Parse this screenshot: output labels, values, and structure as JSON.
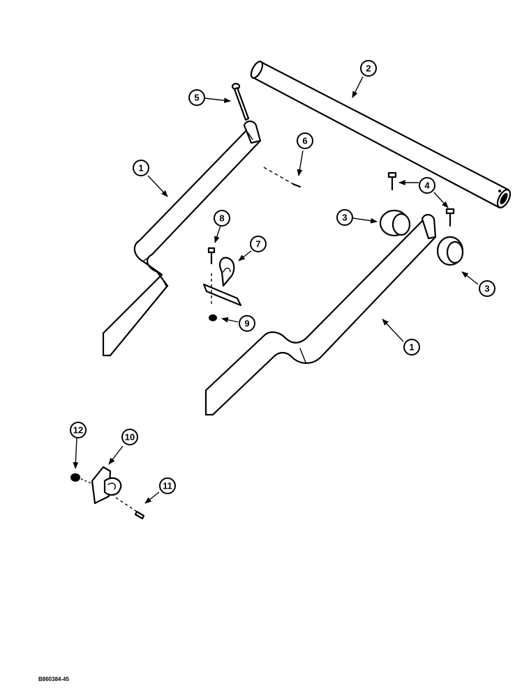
{
  "drawing_number": "B860384-45",
  "callouts": [
    {
      "id": "c1a",
      "label": "1"
    },
    {
      "id": "c1b",
      "label": "1"
    },
    {
      "id": "c2",
      "label": "2"
    },
    {
      "id": "c3a",
      "label": "3"
    },
    {
      "id": "c3b",
      "label": "3"
    },
    {
      "id": "c4",
      "label": "4"
    },
    {
      "id": "c5",
      "label": "5"
    },
    {
      "id": "c6",
      "label": "6"
    },
    {
      "id": "c7",
      "label": "7"
    },
    {
      "id": "c8",
      "label": "8"
    },
    {
      "id": "c9",
      "label": "9"
    },
    {
      "id": "c10",
      "label": "10"
    },
    {
      "id": "c11",
      "label": "11"
    },
    {
      "id": "c12",
      "label": "12"
    }
  ]
}
